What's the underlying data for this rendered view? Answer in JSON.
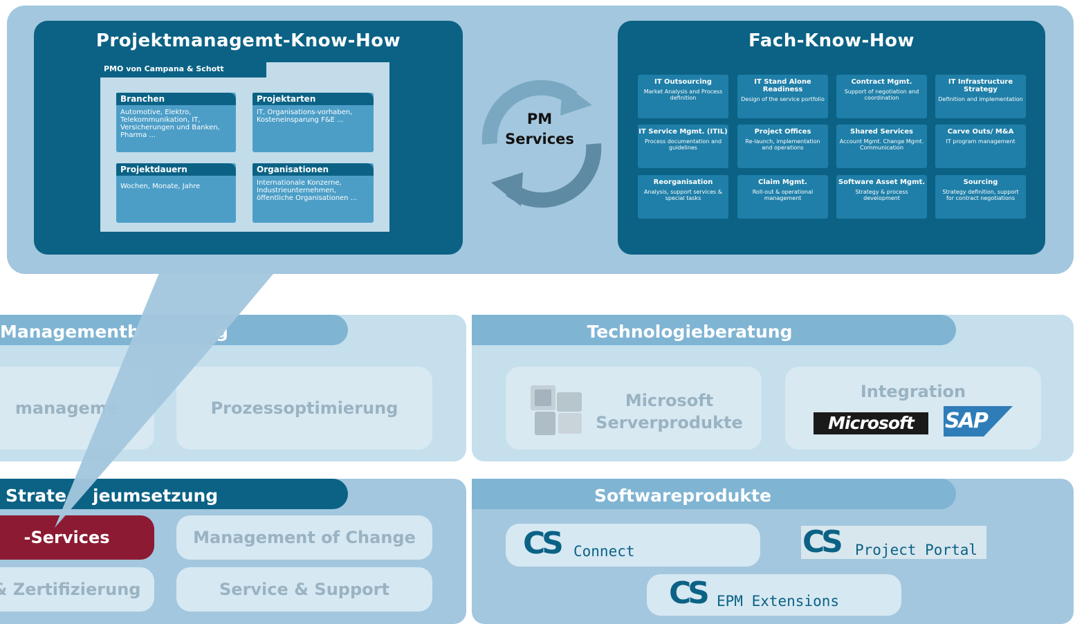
{
  "top": {
    "pm_title": "Projektmanagemt-Know-How",
    "pmo_label": "PMO von Campana & Schott",
    "pm_cards": [
      {
        "title": "Branchen",
        "body": "Automotive, Elektro, Telekommunikation, IT, Versicherungen und Banken, Pharma ..."
      },
      {
        "title": "Projektarten",
        "body": "IT, Organisations-vorhaben, Kosteneinsparung F&E ..."
      },
      {
        "title": "Projektdauern",
        "body": "Wochen, Monate, Jahre"
      },
      {
        "title": "Organisationen",
        "body": "Internationale Konzerne, Industrieunternehmen, öffentliche Organisationen ..."
      }
    ],
    "center_label_line1": "PM",
    "center_label_line2": "Services",
    "fach_title": "Fach-Know-How",
    "fach_cells": [
      {
        "title": "IT Outsourcing",
        "desc": "Market Analysis and Process definition"
      },
      {
        "title": "IT Stand Alone Readiness",
        "desc": "Design of the service portfolio"
      },
      {
        "title": "Contract Mgmt.",
        "desc": "Support of negotiation and coordination"
      },
      {
        "title": "IT Infrastructure Strategy",
        "desc": "Definition and implementation"
      },
      {
        "title": "IT Service Mgmt. (ITIL)",
        "desc": "Process documentation and guidelines"
      },
      {
        "title": "Project Offices",
        "desc": "Re-launch, implementation and operations"
      },
      {
        "title": "Shared Services",
        "desc": "Account Mgmt. Change Mgmt. Communication"
      },
      {
        "title": "Carve Outs/ M&A",
        "desc": "IT program management"
      },
      {
        "title": "Reorganisation",
        "desc": "Analysis, support services & special tasks"
      },
      {
        "title": "Claim Mgmt.",
        "desc": "Roll-out & operational management"
      },
      {
        "title": "Software Asset Mgmt.",
        "desc": "Strategy & process development"
      },
      {
        "title": "Sourcing",
        "desc": "Strategy definition, support for contract negotiations"
      }
    ]
  },
  "management": {
    "tab": "Managementb",
    "tab_tail": "g",
    "pill1": "manageme",
    "pill2": "Prozessoptimierung"
  },
  "technologie": {
    "tab": "Technologieberatung",
    "ms_line1": "Microsoft",
    "ms_line2": "Serverprodukte",
    "integration": "Integration",
    "logo_ms": "Microsoft",
    "logo_sap": "SAP"
  },
  "strategie": {
    "tab_a": "Strate",
    "tab_b": "jeumsetzung",
    "pill_services": "-Services",
    "pill_change": "Management of Change",
    "pill_zert": "& Zertifizierung",
    "pill_support": "Service & Support"
  },
  "software": {
    "tab": "Softwareprodukte",
    "cs": "CS",
    "connect": "Connect",
    "portal": "Project Portal",
    "epm": "EPM Extensions"
  },
  "colors": {
    "dark_blue": "#0b6285",
    "panel_blue": "#a3c7de",
    "accent_red": "#8c1a33"
  }
}
